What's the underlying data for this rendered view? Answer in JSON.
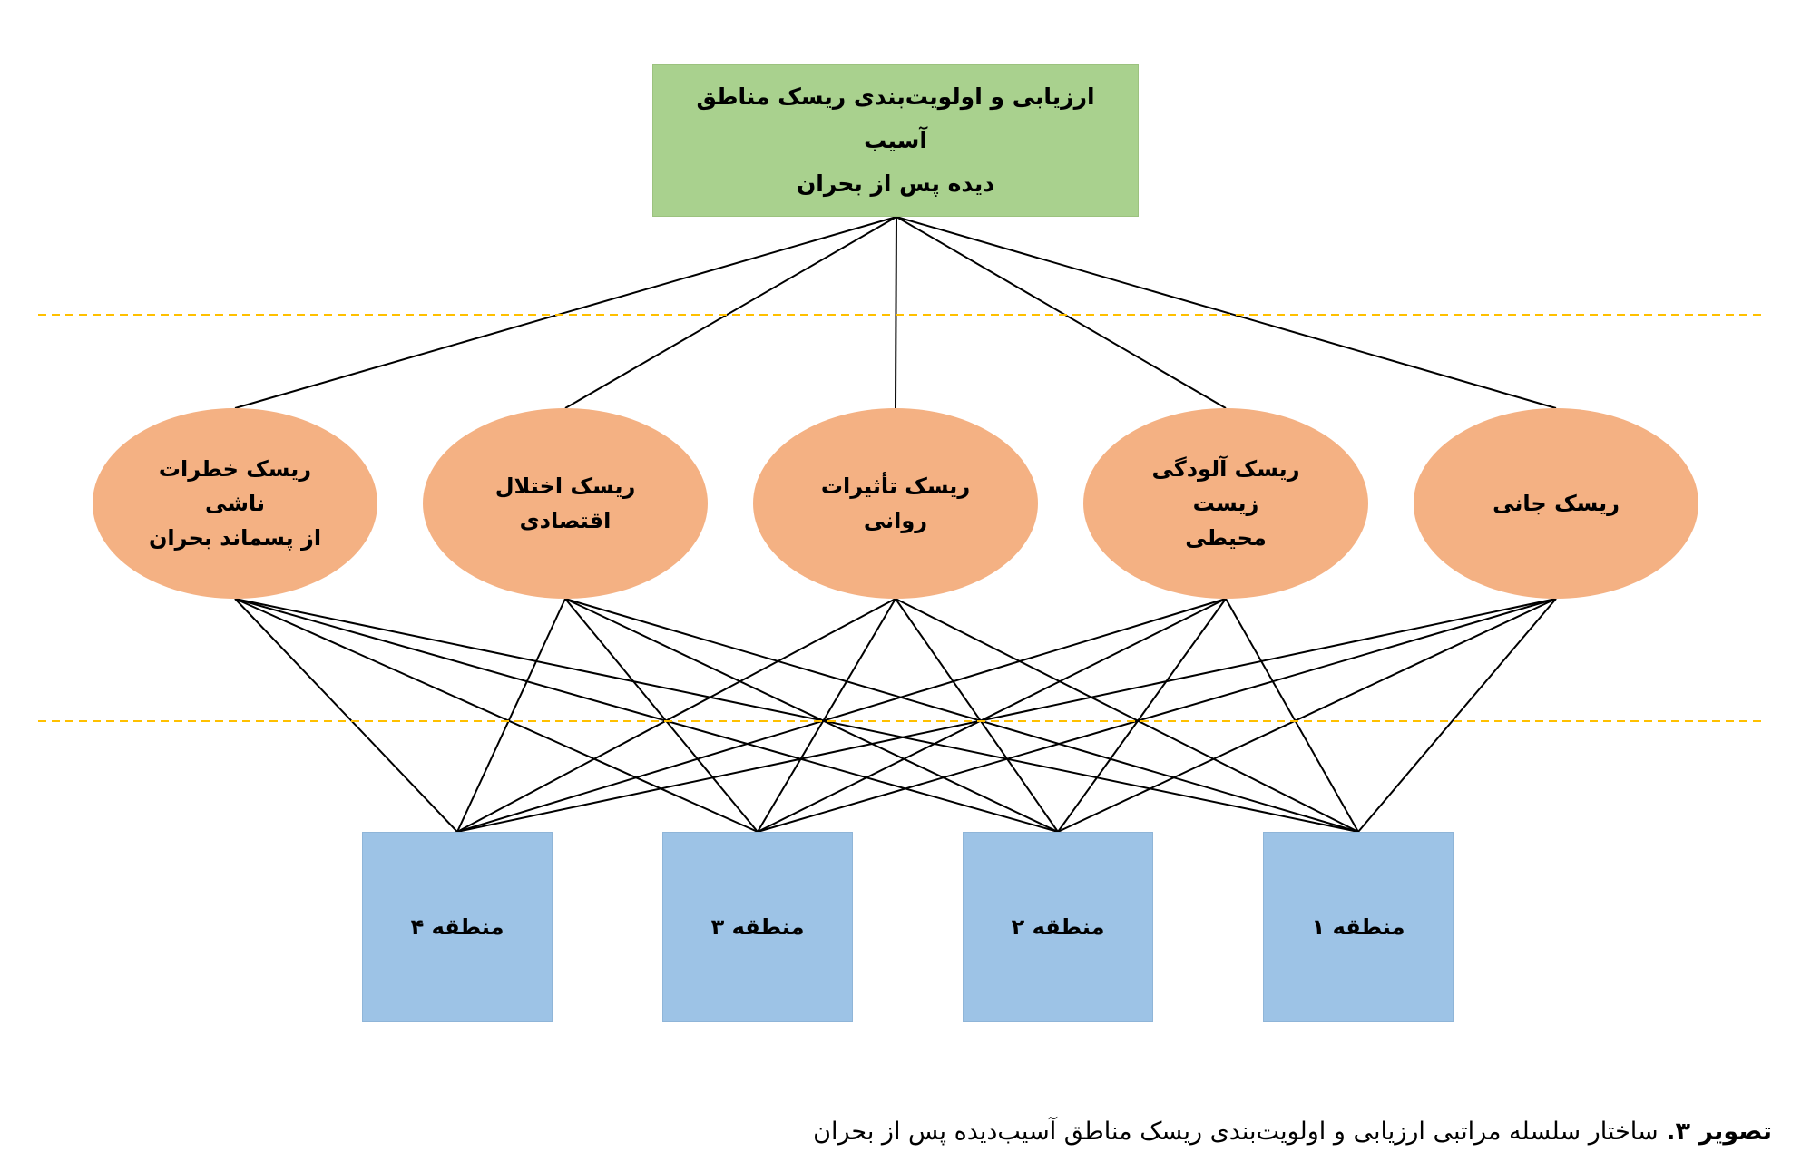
{
  "goal": {
    "line1": "ارزیابی و اولویت‌بندی ریسک مناطق آسیب",
    "line2": "دیده پس از بحران"
  },
  "criteria": [
    {
      "line1": "ریسک خطرات ناشی",
      "line2": "از پسماند بحران"
    },
    {
      "line1": "ریسک اختلال",
      "line2": "اقتصادی"
    },
    {
      "line1": "ریسک تأثیرات روانی",
      "line2": ""
    },
    {
      "line1": "ریسک آلودگی زیست",
      "line2": "محیطی"
    },
    {
      "line1": "ریسک جانی",
      "line2": ""
    }
  ],
  "alternatives": [
    "منطقه ۴",
    "منطقه ۳",
    "منطقه ۲",
    "منطقه ۱"
  ],
  "caption": {
    "label": "تصویر ۳.",
    "text": " ساختار سلسله مراتبی ارزیابی و اولویت‌بندی ریسک مناطق آسیب‌دیده پس از بحران"
  },
  "colors": {
    "goal_fill": "#a9d18e",
    "criteria_fill": "#f4b183",
    "alternative_fill": "#9dc3e6",
    "divider": "#ffc000",
    "connector": "#000000"
  }
}
